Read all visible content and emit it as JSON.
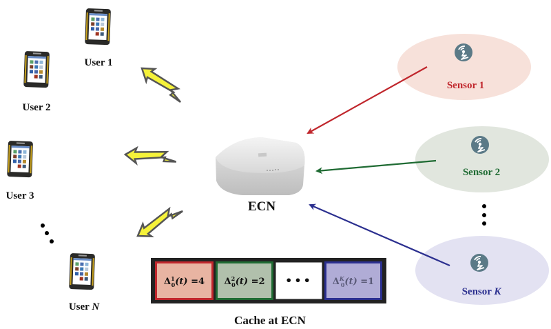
{
  "ecn": {
    "label": "ECN"
  },
  "users": [
    {
      "label": "User 1"
    },
    {
      "label": "User 2"
    },
    {
      "label": "User 3"
    },
    {
      "label_prefix": "User ",
      "label_var": "N"
    }
  ],
  "sensors": [
    {
      "label": "Sensor 1",
      "color": "#c0262c",
      "fill": "#f7e1da"
    },
    {
      "label": "Sensor 2",
      "color": "#1f6b33",
      "fill": "#e1e6de"
    },
    {
      "label_prefix": "Sensor ",
      "label_var": "K",
      "color": "#2b2f8f",
      "fill": "#e3e2f2"
    }
  ],
  "cache": {
    "title": "Cache at ECN",
    "slots": [
      {
        "delta": "Δ",
        "sub": "0",
        "sup": "1",
        "arg": "(t)",
        "eq": " =4",
        "fill": "#e8b4a2",
        "border": "#c0262c",
        "text_color": "#111111"
      },
      {
        "delta": "Δ",
        "sub": "0",
        "sup": "2",
        "arg": "(t)",
        "eq": " =2",
        "fill": "#b1c0ac",
        "border": "#1f6b33",
        "text_color": "#111111"
      },
      {
        "ellipsis": "•••",
        "fill": "#ffffff",
        "border": "#ffffff"
      },
      {
        "delta": "Δ",
        "sub": "0",
        "sup": "K",
        "arg": "(t)",
        "eq": " =1",
        "fill": "#b0acd6",
        "border": "#2b2f8f",
        "text_color": "#5a5a78"
      }
    ]
  },
  "colors": {
    "wireless_arrow_fill": "#f5f23a",
    "wireless_arrow_stroke": "#555555",
    "sensor_icon": "#5b7a87"
  }
}
